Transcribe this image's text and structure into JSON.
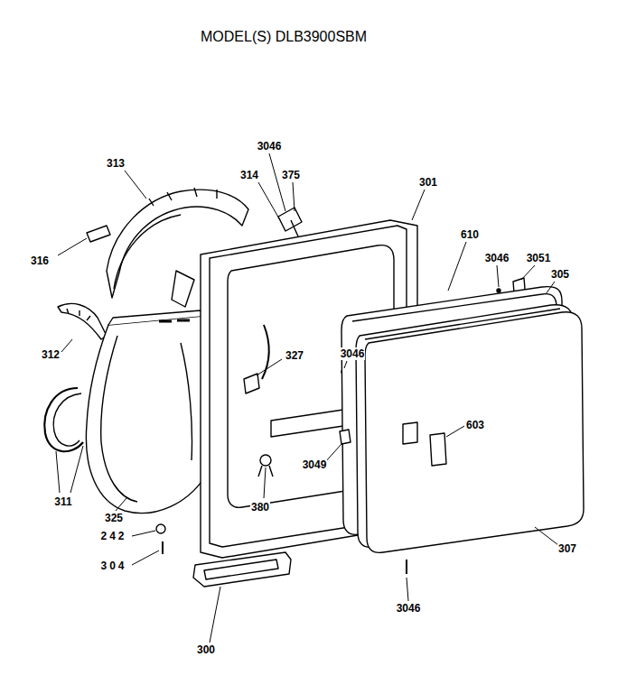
{
  "diagram": {
    "title": "MODEL(S) DLB3900SBM",
    "labels": [
      "3046",
      "314",
      "375",
      "301",
      "313",
      "610",
      "3046",
      "3051",
      "305",
      "316",
      "312",
      "327",
      "3046",
      "603",
      "311",
      "3049",
      "325",
      "380",
      "307",
      "242",
      "304",
      "3046",
      "300"
    ]
  }
}
